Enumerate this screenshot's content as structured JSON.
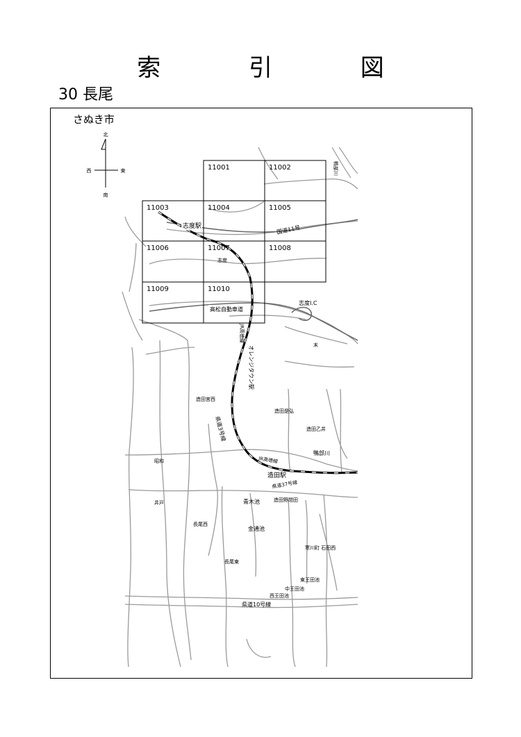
{
  "header": {
    "title": "索 引 図",
    "sheet_label": "30 長尾",
    "city": "さぬき市"
  },
  "compass": {
    "north": "北",
    "south": "南",
    "east": "東",
    "west": "西"
  },
  "grid": {
    "cells": [
      {
        "id": "11001"
      },
      {
        "id": "11002"
      },
      {
        "id": "11003"
      },
      {
        "id": "11004"
      },
      {
        "id": "11005"
      },
      {
        "id": "11006"
      },
      {
        "id": "11007"
      },
      {
        "id": "11008"
      },
      {
        "id": "11009"
      },
      {
        "id": "11010"
      }
    ]
  },
  "labels": {
    "shido_station": "志度駅",
    "kokudo_11": "国道11号",
    "shido": "志度",
    "takamatsu_expressway": "高松自動車道",
    "shido_ic": "志度I.C",
    "kamobegawa_top": "鴨部川",
    "jr_kotoku_line_v": "JR高徳線",
    "orange_town_station": "オレンジタウン駅",
    "sue": "末",
    "zouda_miyanishi": "造田宮西",
    "zouda_koreyoshi": "造田是弘",
    "zouda_otsui": "造田乙井",
    "kendo_3": "県道3号線",
    "kamobegawa_mid": "鴨部川",
    "jr_kotoku_line_h": "JR高徳線",
    "showa": "昭和",
    "zouda_station": "造田駅",
    "kendo_37": "県道37号線",
    "ido": "井戸",
    "aokiike": "青木池",
    "zouda_noma": "造田野間田",
    "nagao_nishi": "長尾西",
    "kanadoriike": "金通池",
    "samukawa_ishida_nishi": "寒川町 石田西",
    "nagao_higashi": "長尾東",
    "higashi_oudaike": "東王田池",
    "naka_oudaike": "中王田池",
    "nishi_oudaike": "西王田池",
    "kendo_10": "県道10号線"
  },
  "colors": {
    "rail": "#000000",
    "road": "#9a9a9a",
    "grid": "#000000"
  }
}
